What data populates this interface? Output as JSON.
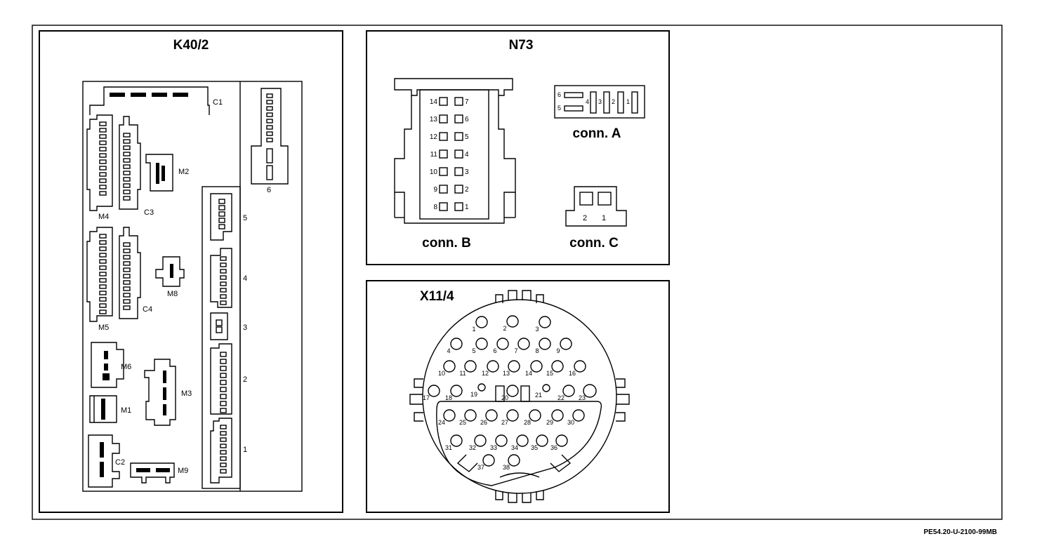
{
  "panels": {
    "k40": {
      "title": "K40/2"
    },
    "n73": {
      "title": "N73"
    },
    "x11": {
      "title": "X11/4"
    }
  },
  "k40_labels": {
    "c1": "C1",
    "c2": "C2",
    "c3": "C3",
    "c4": "C4",
    "m1": "M1",
    "m2": "M2",
    "m3": "M3",
    "m4": "M4",
    "m5": "M5",
    "m6": "M6",
    "m8": "M8",
    "m9": "M9",
    "s1": "1",
    "s2": "2",
    "s3": "3",
    "s4": "4",
    "s5": "5",
    "s6": "6"
  },
  "n73_labels": {
    "conn_a": "conn. A",
    "conn_b": "conn. B",
    "conn_c": "conn. C",
    "conn_a_pins": [
      "6",
      "5",
      "4",
      "3",
      "2",
      "1"
    ],
    "conn_b_left": [
      "14",
      "13",
      "12",
      "11",
      "10",
      "9",
      "8"
    ],
    "conn_b_right": [
      "7",
      "6",
      "5",
      "4",
      "3",
      "2",
      "1"
    ],
    "conn_c_pins": [
      "2",
      "1"
    ]
  },
  "x11_pins": [
    "1",
    "2",
    "3",
    "4",
    "5",
    "6",
    "7",
    "8",
    "9",
    "10",
    "11",
    "12",
    "13",
    "14",
    "15",
    "16",
    "17",
    "18",
    "19",
    "20",
    "21",
    "22",
    "23",
    "24",
    "25",
    "26",
    "27",
    "28",
    "29",
    "30",
    "31",
    "32",
    "33",
    "34",
    "35",
    "36",
    "37",
    "38"
  ],
  "reference": "PE54.20-U-2100-99MB"
}
